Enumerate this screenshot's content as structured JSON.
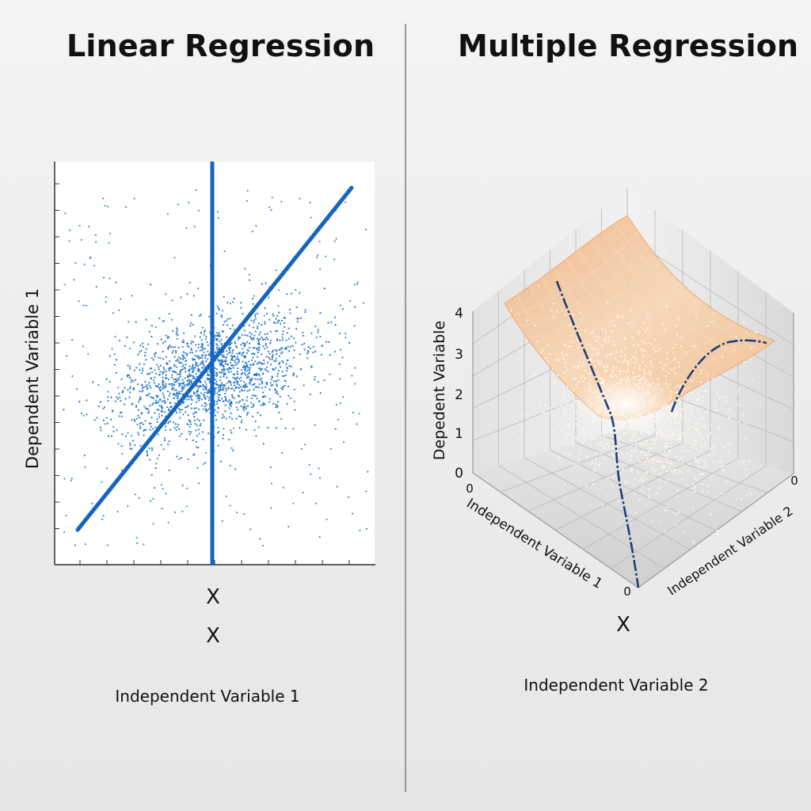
{
  "chart_data": [
    {
      "type": "scatter",
      "title": "Linear Regression",
      "ylabel": "Dependent Variable 1",
      "x_markers": [
        "X",
        "X"
      ],
      "xlabel": "Independent Variable 1",
      "grid": false,
      "colors": {
        "points": "#1a6fc4",
        "line": "#1565c0"
      }
    },
    {
      "type": "surface3d",
      "title": "Multiple Regression",
      "zlabel": "Depedent Variable",
      "z_ticks": [
        "0",
        "1",
        "2",
        "3",
        "4"
      ],
      "axis1_label": "Independent Variable 1",
      "axis1_origin": "0",
      "axis1_end": "0",
      "axis2_label": "Independent Variable 2",
      "axis2_end": "0",
      "x_marker": "X",
      "xlabel": "Independent Variable 2",
      "grid": true,
      "colors": {
        "surface": "#f2c9a0",
        "points": "#fff6e8",
        "curve": "#1a3f7a"
      }
    }
  ]
}
